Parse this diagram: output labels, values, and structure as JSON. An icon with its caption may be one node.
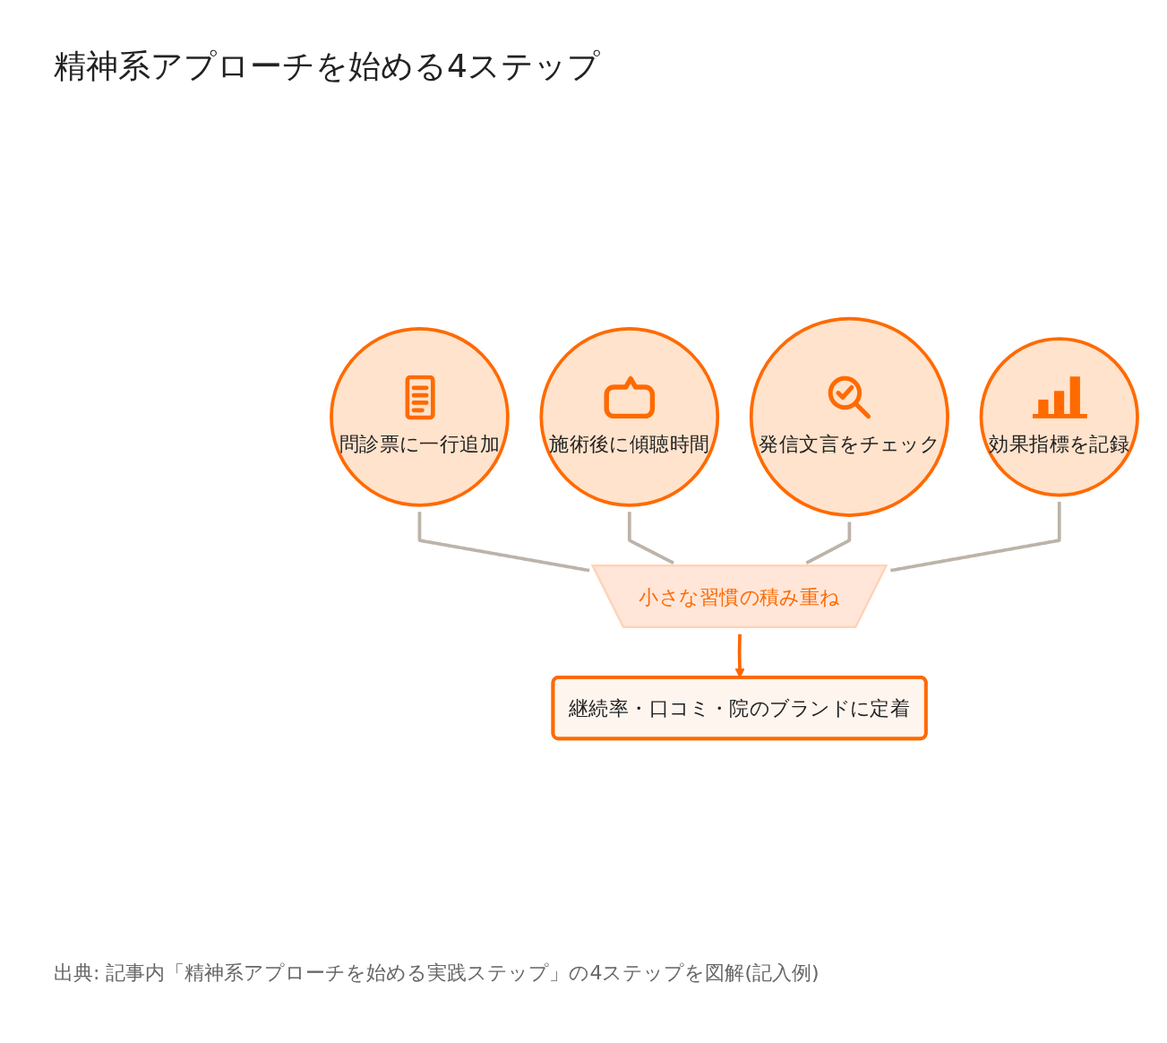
{
  "diagram": {
    "title": "精神系アプローチを始める4ステップ",
    "nodes": [
      {
        "text": [
          "問診票に一行追加"
        ]
      },
      {
        "text": [
          "施術後に傾聴時間"
        ]
      },
      {
        "text": [
          "発信文言をチェック"
        ]
      },
      {
        "text": [
          "効果指標を記録"
        ]
      },
      {
        "text": [
          "小さな習慣の積み重ね"
        ]
      },
      {
        "text": [
          "継続率・口コミ・院のブランドに定着"
        ]
      }
    ],
    "edges": [
      {
        "from": 0,
        "to": 4,
        "arrow": "none"
      },
      {
        "from": 1,
        "to": 4,
        "arrow": "none"
      },
      {
        "from": 2,
        "to": 4,
        "arrow": "none"
      },
      {
        "from": 3,
        "to": 4,
        "arrow": "none"
      },
      {
        "from": 4,
        "to": 5,
        "arrow": "to",
        "color": "#ff6600"
      }
    ],
    "caption": "出典: 記事内「精神系アプローチを始める実践ステップ」の4ステップを図解(記入例)"
  }
}
